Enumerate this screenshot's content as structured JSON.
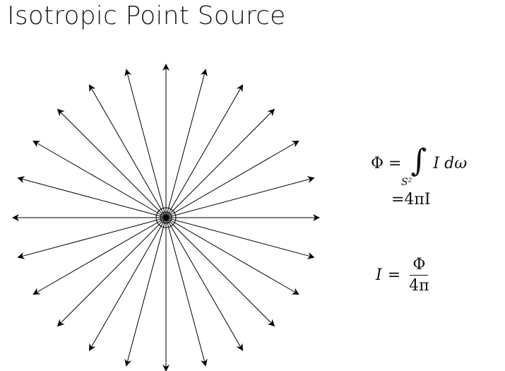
{
  "title": "Isotropic Point Source",
  "diagram": {
    "ray_count": 24
  },
  "equations": {
    "flux_lhs": "Φ",
    "equals": "=",
    "integral_sign": "∫",
    "domain": "S²",
    "integrand": "I dω",
    "result": "=4πI",
    "intensity_lhs": "I",
    "numerator": "Φ",
    "denominator": "4π"
  }
}
